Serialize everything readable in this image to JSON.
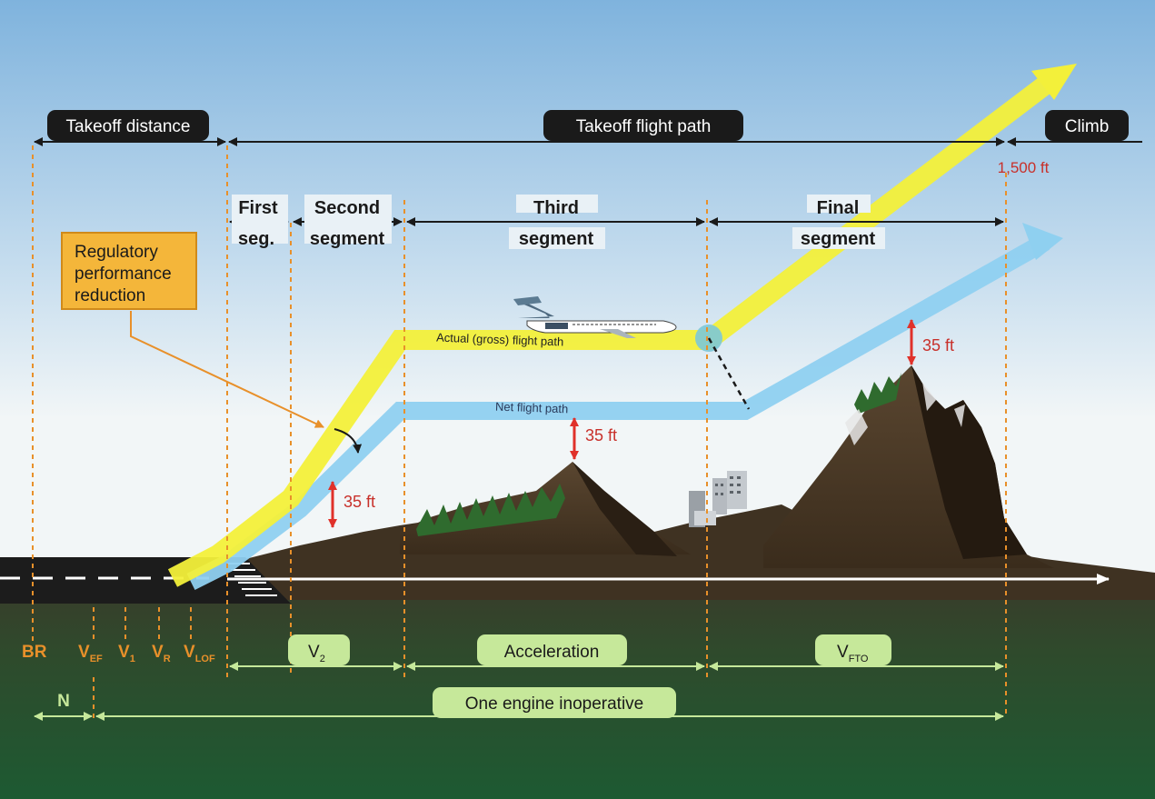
{
  "phases": {
    "takeoff_distance": "Takeoff distance",
    "takeoff_flight_path": "Takeoff flight path",
    "climb": "Climb"
  },
  "altitude_1500": "1,500 ft",
  "segments": {
    "first_line1": "First",
    "first_line2": "seg.",
    "second_line1": "Second",
    "second_line2": "segment",
    "third_line1": "Third",
    "third_line2": "segment",
    "final_line1": "Final",
    "final_line2": "segment"
  },
  "regulatory": {
    "line1": "Regulatory",
    "line2": "performance",
    "line3": "reduction"
  },
  "paths": {
    "gross": "Actual (gross) flight path",
    "net": "Net flight path"
  },
  "clearance": {
    "c1": "35 ft",
    "c2": "35 ft",
    "c3": "35 ft"
  },
  "speeds": {
    "br": "BR",
    "vef_main": "V",
    "vef_sub": "EF",
    "v1_main": "V",
    "v1_sub": "1",
    "vr_main": "V",
    "vr_sub": "R",
    "vlof_main": "V",
    "vlof_sub": "LOF"
  },
  "bottom": {
    "v2_main": "V",
    "v2_sub": "2",
    "acceleration": "Acceleration",
    "vfto_main": "V",
    "vfto_sub": "FTO",
    "n": "N",
    "oei": "One engine inoperative"
  },
  "colors": {
    "gross_path": "#f3f03a",
    "net_path": "#8fd0f0",
    "clearance": "#e0312a",
    "speed_orange": "#e8902a",
    "green_label": "#c6e89a",
    "header_pill": "#1a1a1a",
    "mountain": "#4a3a26",
    "ground": "#2f4a2a"
  }
}
